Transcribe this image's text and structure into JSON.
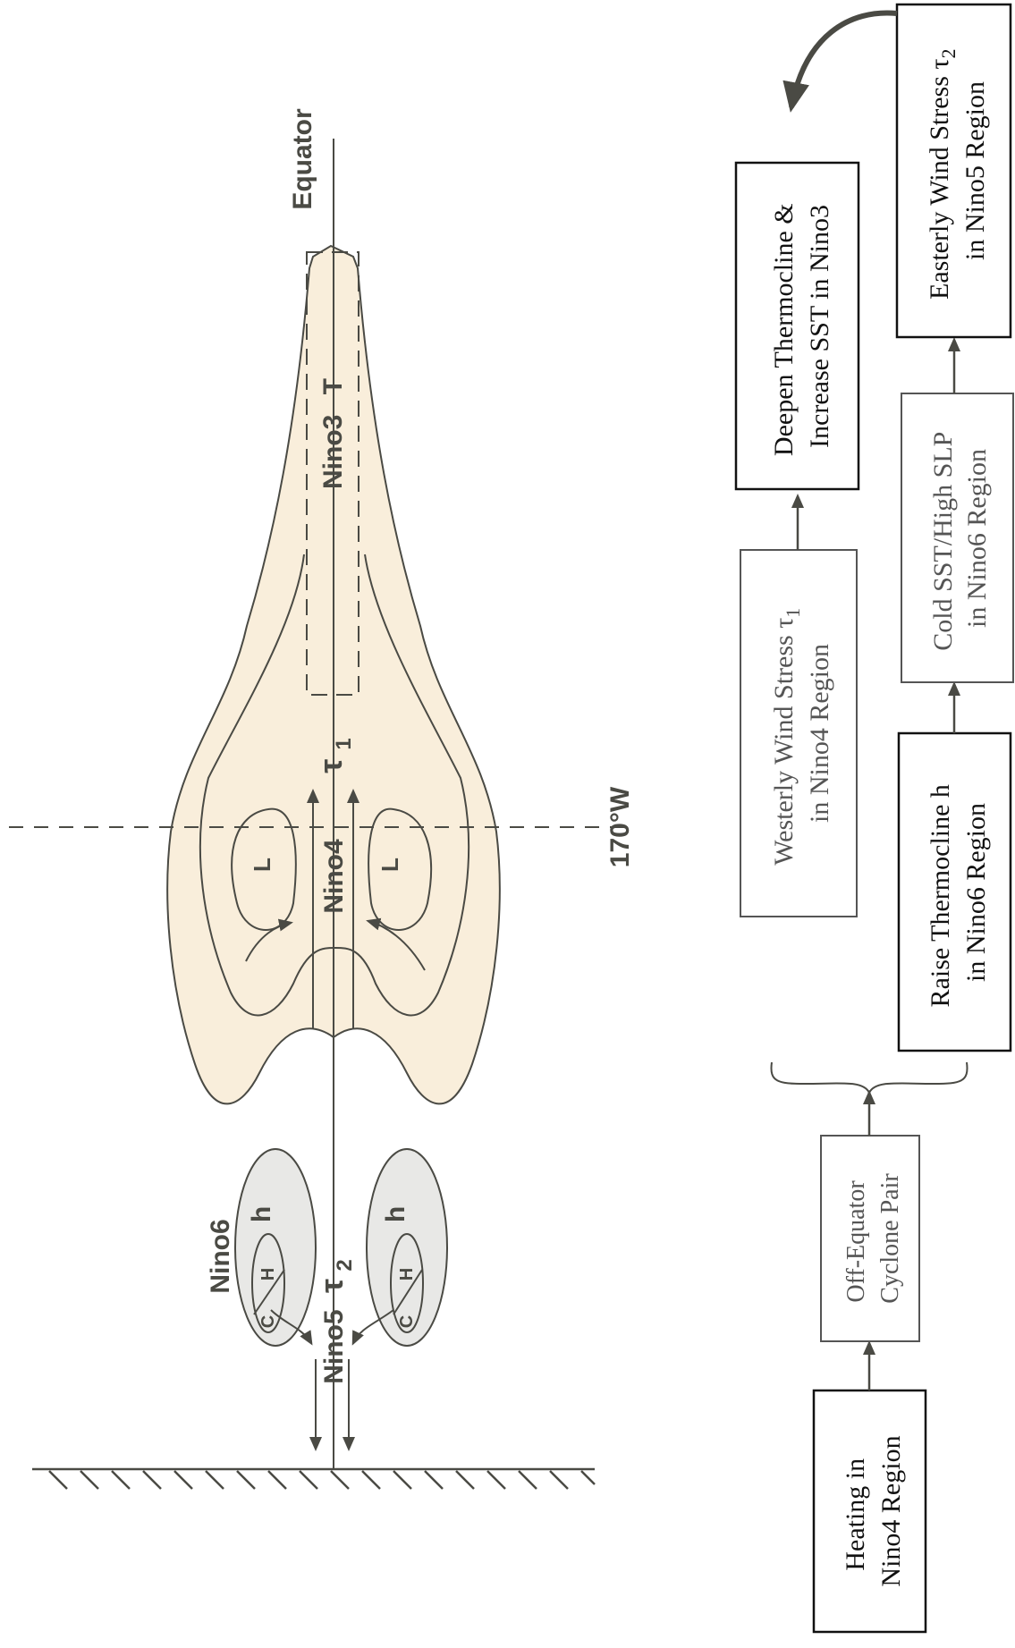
{
  "diagram": {
    "equator_label": "Equator",
    "meridian_label": "170°W",
    "regions": {
      "nino3": "Nino3",
      "nino3_var": "T",
      "nino4": "Nino4",
      "nino4_var": "τ",
      "nino4_sub": "1",
      "nino5": "Nino5",
      "nino5_var": "τ",
      "nino5_sub": "2",
      "nino6": "Nino6",
      "nino6_var_north": "h",
      "nino6_var_south": "h"
    },
    "symbols": {
      "low": "L",
      "cold": "C",
      "high": "H"
    }
  },
  "flowchart": {
    "heating": [
      "Heating in",
      "Nino4 Region"
    ],
    "cyclone": [
      "Off-Equator",
      "Cyclone Pair"
    ],
    "westerly": [
      "Westerly Wind Stress τ",
      "1",
      "in Nino4 Region"
    ],
    "raise_thermocline": [
      "Raise Thermocline h",
      "in Nino6 Region"
    ],
    "deepen_thermocline": [
      "Deepen Thermocline &",
      "Increase SST in Nino3"
    ],
    "cold_sst": [
      "Cold SST/High SLP",
      "in Nino6 Region"
    ],
    "easterly": [
      "Easterly Wind Stress τ",
      "2",
      "in Nino5 Region"
    ]
  },
  "colors": {
    "tongue_fill": "#f9eedb",
    "cyclone_fill": "#e8e8e6",
    "line": "#4a4a44"
  }
}
